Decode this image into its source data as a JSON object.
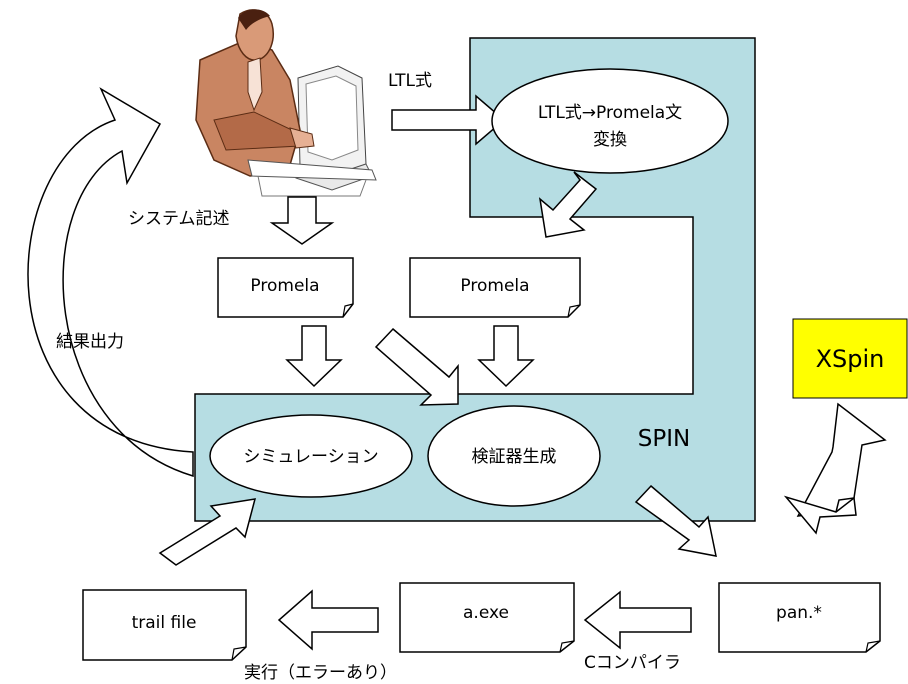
{
  "diagram": {
    "spin_label": "SPIN",
    "xspin_label": "XSpin",
    "ltl_input_label": "LTL式",
    "ltl_convert_line1": "LTL式→Promela文",
    "ltl_convert_line2": "変換",
    "system_desc_label": "システム記述",
    "promela1": "Promela",
    "promela2": "Promela",
    "simulation": "シミュレーション",
    "verifier_gen": "検証器生成",
    "result_output": "結果出力",
    "trail_file": "trail file",
    "aexe": "a.exe",
    "pan": "pan.*",
    "exec_label": "実行（エラーあり）",
    "compiler_label": "Cコンパイラ",
    "user_icon": "person-at-computer-icon",
    "colors": {
      "spin_fill": "#b6dde3",
      "xspin_fill": "#ffff00",
      "skin": "#c98562"
    }
  }
}
